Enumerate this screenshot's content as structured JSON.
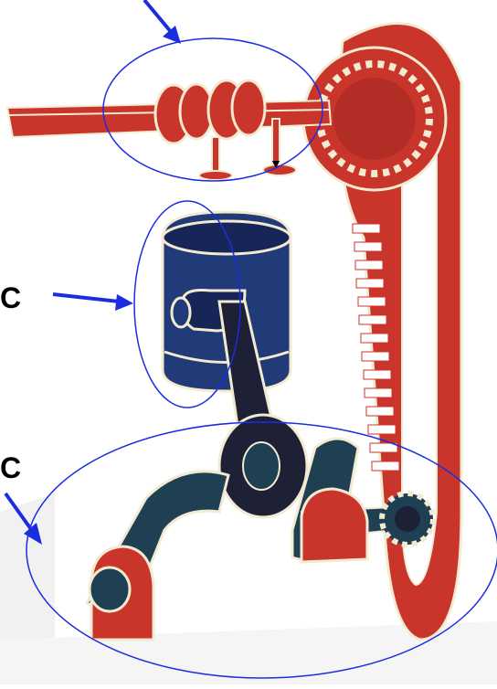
{
  "labels": {
    "piston_letter": "C",
    "crank_letter": "C"
  },
  "colors": {
    "background": "#ffffff",
    "belt_red": "#c9352b",
    "belt_dark": "#9e2620",
    "cream_outline": "#f3ead2",
    "piston_blue": "#213a78",
    "piston_dark": "#172656",
    "rod_dark": "#1e2136",
    "crank_teal": "#1f3f52",
    "annotation_blue": "#1a2ee0"
  },
  "icons": {
    "annotation_arrow": "arrow-right",
    "annotation_ellipse": "ellipse-outline"
  }
}
